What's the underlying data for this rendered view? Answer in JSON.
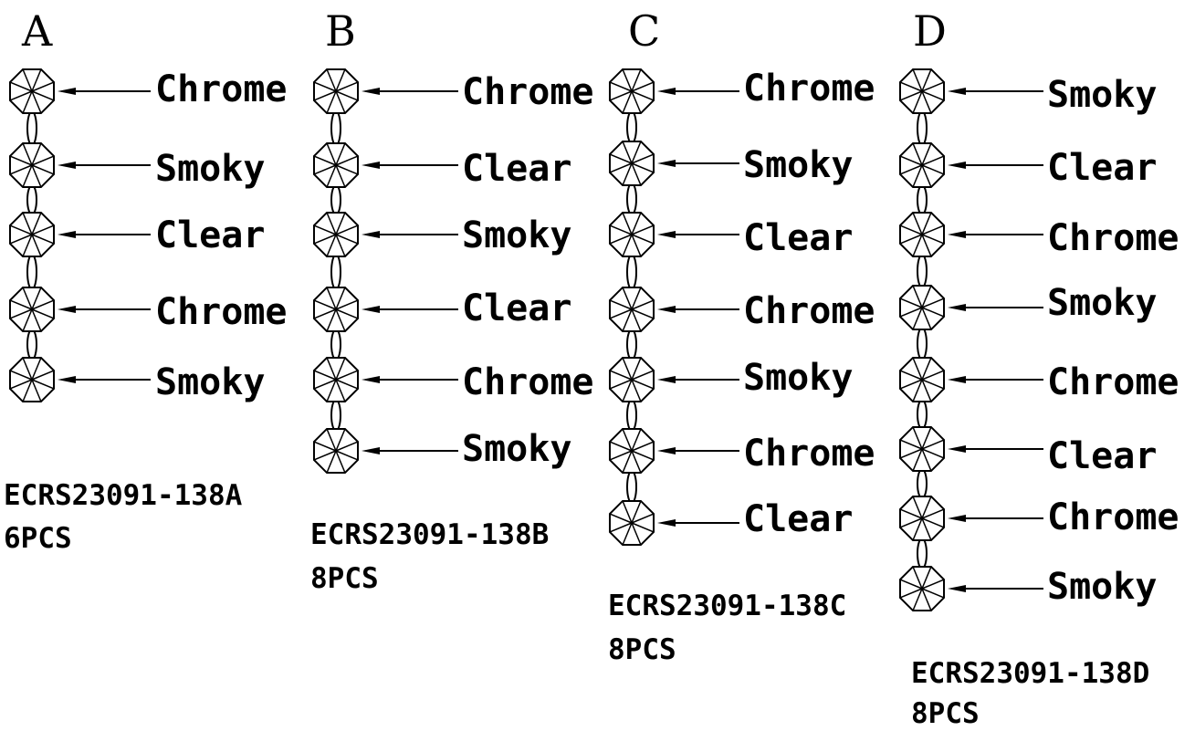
{
  "columns": [
    {
      "letter": "A",
      "code": "ECRS23091-138A",
      "pcs": "6PCS",
      "items": [
        "Chrome",
        "Smoky",
        "Clear",
        "Chrome",
        "Smoky"
      ]
    },
    {
      "letter": "B",
      "code": "ECRS23091-138B",
      "pcs": "8PCS",
      "items": [
        "Chrome",
        "Clear",
        "Smoky",
        "Clear",
        "Chrome",
        "Smoky"
      ]
    },
    {
      "letter": "C",
      "code": "ECRS23091-138C",
      "pcs": "8PCS",
      "items": [
        "Chrome",
        "Smoky",
        "Clear",
        "Chrome",
        "Smoky",
        "Chrome",
        "Clear"
      ]
    },
    {
      "letter": "D",
      "code": "ECRS23091-138D",
      "pcs": "8PCS",
      "items": [
        "Smoky",
        "Clear",
        "Chrome",
        "Smoky",
        "Chrome",
        "Clear",
        "Chrome",
        "Smoky"
      ]
    }
  ]
}
